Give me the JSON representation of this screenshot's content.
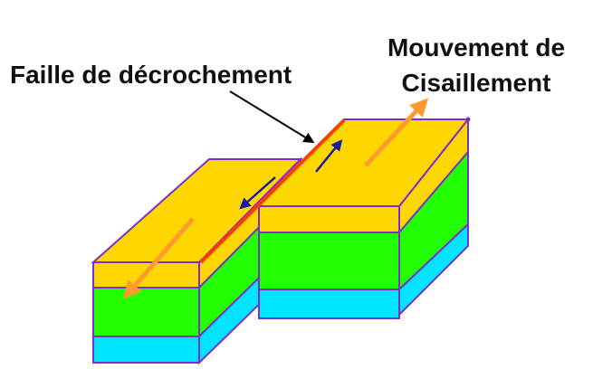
{
  "labels": {
    "fault": "Faille de décrochement",
    "motion_line1": "Mouvement de",
    "motion_line2": "Cisaillement"
  },
  "colors": {
    "background": "#ffffff",
    "layer_top": "#ffd700",
    "layer_middle": "#22ff00",
    "layer_bottom": "#00e5ff",
    "outline": "#7b2fd0",
    "fault_line": "#ff3b00",
    "shear_arrow": "#ff9a2e",
    "small_arrow": "#1a1aa0",
    "pointer_line": "#000000",
    "label_text": "#111111"
  },
  "icons": {
    "shear_arrow": "orange-arrow-icon",
    "relative_motion_arrow": "dark-blue-arrow-icon"
  }
}
